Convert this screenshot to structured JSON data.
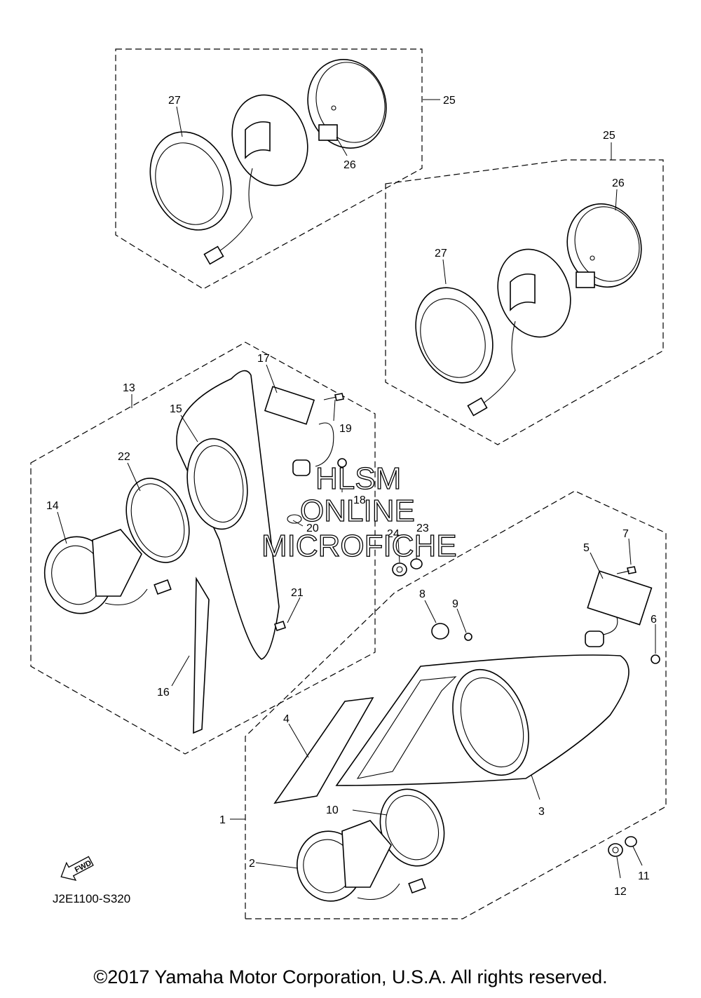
{
  "callouts": [
    {
      "id": "c1",
      "label": "1"
    },
    {
      "id": "c2",
      "label": "2"
    },
    {
      "id": "c3",
      "label": "3"
    },
    {
      "id": "c4",
      "label": "4"
    },
    {
      "id": "c5",
      "label": "5"
    },
    {
      "id": "c6",
      "label": "6"
    },
    {
      "id": "c7",
      "label": "7"
    },
    {
      "id": "c8",
      "label": "8"
    },
    {
      "id": "c9",
      "label": "9"
    },
    {
      "id": "c10",
      "label": "10"
    },
    {
      "id": "c11",
      "label": "11"
    },
    {
      "id": "c12",
      "label": "12"
    },
    {
      "id": "c13",
      "label": "13"
    },
    {
      "id": "c14",
      "label": "14"
    },
    {
      "id": "c15",
      "label": "15"
    },
    {
      "id": "c16",
      "label": "16"
    },
    {
      "id": "c17",
      "label": "17"
    },
    {
      "id": "c18",
      "label": "18"
    },
    {
      "id": "c19",
      "label": "19"
    },
    {
      "id": "c20",
      "label": "20"
    },
    {
      "id": "c21",
      "label": "21"
    },
    {
      "id": "c22",
      "label": "22"
    },
    {
      "id": "c23",
      "label": "23"
    },
    {
      "id": "c24",
      "label": "24"
    },
    {
      "id": "c25a",
      "label": "25"
    },
    {
      "id": "c25b",
      "label": "25"
    },
    {
      "id": "c26a",
      "label": "26"
    },
    {
      "id": "c26b",
      "label": "26"
    },
    {
      "id": "c27a",
      "label": "27"
    },
    {
      "id": "c27b",
      "label": "27"
    }
  ],
  "watermark": {
    "line1": "HLSM",
    "line2": "ONLINE",
    "line3": "MICROFICHE"
  },
  "fwd_label": "FWD",
  "diagram_ref": "J2E1100-S320",
  "copyright": "©2017 Yamaha Motor Corporation, U.S.A. All rights reserved."
}
